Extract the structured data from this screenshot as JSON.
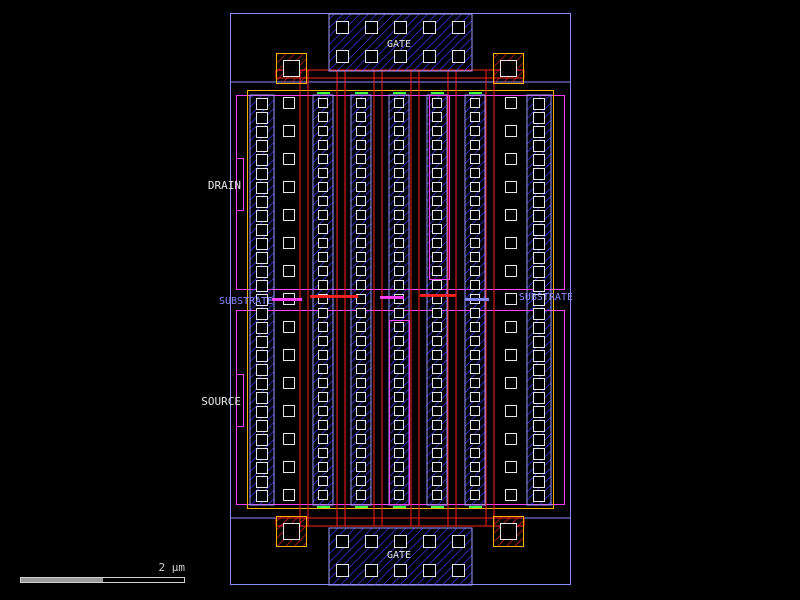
{
  "pins": {
    "drain": "DRAIN",
    "source": "SOURCE",
    "gate_top": "GATE",
    "gate_bottom": "GATE"
  },
  "substrate": {
    "left": "SUBSTRATE",
    "right": "SUBSTRATE"
  },
  "scale_bar": {
    "label": "2 μm"
  },
  "colors": {
    "background": "#000000",
    "boundary": "#8a8aff",
    "poly": "#ff2020",
    "contact": "#e6e6e6",
    "metal1": "#3a3aff",
    "metal1_edge": "#9a9aff",
    "metal2": "#ff40ff",
    "active": "#40ff40",
    "nwell": "#ffb000",
    "scale_fill": "#9a9a9a"
  }
}
